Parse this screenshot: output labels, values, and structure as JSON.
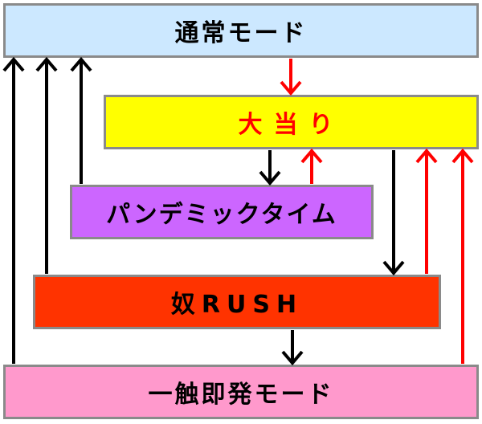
{
  "diagram": {
    "nodes": [
      {
        "id": "normal",
        "label": "通常モード",
        "fill": "#CCE8FF",
        "text_color": "#000000"
      },
      {
        "id": "bonus",
        "label": "大当り",
        "fill": "#FFFF00",
        "text_color": "#FF0000"
      },
      {
        "id": "pandemic",
        "label": "パンデミックタイム",
        "fill": "#CC66FF",
        "text_color": "#000000"
      },
      {
        "id": "rush",
        "label": "奴RUSH",
        "fill": "#FF3300",
        "text_color": "#000000"
      },
      {
        "id": "ichoku",
        "label": "一触即発モード",
        "fill": "#FF99CC",
        "text_color": "#000000"
      }
    ],
    "edges": [
      {
        "from": "normal",
        "to": "bonus",
        "color": "#FF0000"
      },
      {
        "from": "bonus",
        "to": "pandemic",
        "color": "#000000"
      },
      {
        "from": "pandemic",
        "to": "bonus",
        "color": "#FF0000"
      },
      {
        "from": "bonus",
        "to": "rush",
        "color": "#000000"
      },
      {
        "from": "rush",
        "to": "bonus",
        "color": "#FF0000"
      },
      {
        "from": "ichoku",
        "to": "bonus",
        "color": "#FF0000"
      },
      {
        "from": "rush",
        "to": "ichoku",
        "color": "#000000"
      },
      {
        "from": "ichoku",
        "to": "normal",
        "color": "#000000"
      },
      {
        "from": "rush",
        "to": "normal",
        "color": "#000000"
      },
      {
        "from": "pandemic",
        "to": "normal",
        "color": "#000000"
      }
    ],
    "border_color": "#8A8A8A"
  }
}
